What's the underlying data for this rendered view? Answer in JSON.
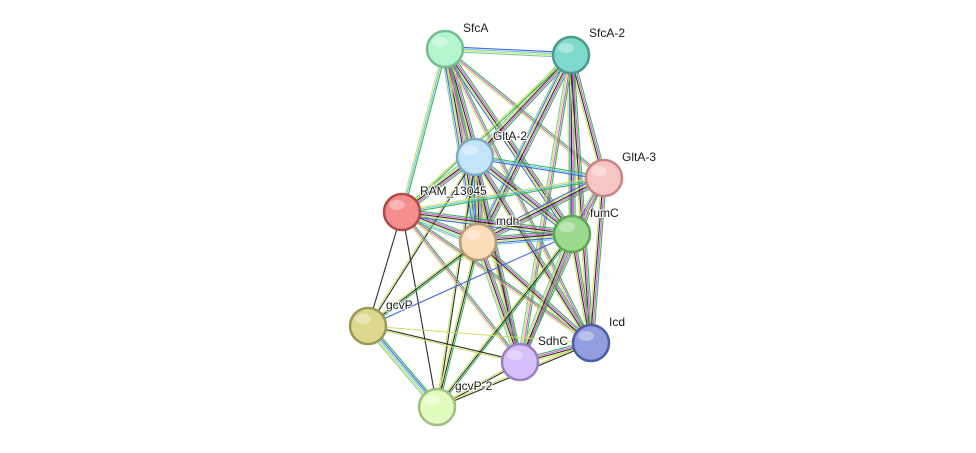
{
  "diagram": {
    "type": "protein-interaction-network",
    "nodes": [
      {
        "id": "SfcA",
        "label": "SfcA",
        "fill": "#b3f5cf",
        "stroke": "#74bd8e"
      },
      {
        "id": "SfcA-2",
        "label": "SfcA-2",
        "fill": "#7fd9cc",
        "stroke": "#4a9a8e"
      },
      {
        "id": "GltA-2",
        "label": "GltA-2",
        "fill": "#c3e5fa",
        "stroke": "#7fa8c2"
      },
      {
        "id": "GltA-3",
        "label": "GltA-3",
        "fill": "#f8c5c5",
        "stroke": "#c48686"
      },
      {
        "id": "RAM_13045",
        "label": "RAM_13045",
        "fill": "#f58e8e",
        "stroke": "#b04a4a"
      },
      {
        "id": "mdh",
        "label": "mdh",
        "fill": "#fddcb8",
        "stroke": "#b99a78"
      },
      {
        "id": "fumC",
        "label": "fumC",
        "fill": "#9ad98e",
        "stroke": "#5da752"
      },
      {
        "id": "gcvP",
        "label": "gcvP",
        "fill": "#dcd98e",
        "stroke": "#9b9857"
      },
      {
        "id": "Icd",
        "label": "Icd",
        "fill": "#929ee0",
        "stroke": "#4e5ba5"
      },
      {
        "id": "SdhC",
        "label": "SdhC",
        "fill": "#d6bffa",
        "stroke": "#9a80c2"
      },
      {
        "id": "gcvP-2",
        "label": "gcvP-2",
        "fill": "#e2fbbf",
        "stroke": "#9fbd80"
      }
    ],
    "evidence_colors": [
      "#2fb34f",
      "#3d64d8",
      "#d64fd6",
      "#222222",
      "#c7e35a",
      "#62c3e8",
      "#7fc7a0"
    ],
    "edges": [
      {
        "source": "SfcA",
        "target": "SfcA-2",
        "evidence": [
          1,
          5,
          4,
          6
        ]
      },
      {
        "source": "SfcA",
        "target": "GltA-2",
        "evidence": [
          0,
          2,
          3,
          4,
          5,
          1,
          6
        ]
      },
      {
        "source": "SfcA",
        "target": "GltA-3",
        "evidence": [
          0,
          2,
          4
        ]
      },
      {
        "source": "SfcA",
        "target": "RAM_13045",
        "evidence": [
          0,
          5,
          4
        ]
      },
      {
        "source": "SfcA",
        "target": "mdh",
        "evidence": [
          0,
          2,
          3,
          4,
          1,
          6
        ]
      },
      {
        "source": "SfcA",
        "target": "fumC",
        "evidence": [
          0,
          2,
          3,
          4,
          1
        ]
      },
      {
        "source": "SfcA",
        "target": "SdhC",
        "evidence": [
          0,
          2,
          4
        ]
      },
      {
        "source": "SfcA",
        "target": "Icd",
        "evidence": [
          0,
          2,
          4
        ]
      },
      {
        "source": "SfcA-2",
        "target": "GltA-2",
        "evidence": [
          0,
          2,
          3,
          4,
          6
        ]
      },
      {
        "source": "SfcA-2",
        "target": "GltA-3",
        "evidence": [
          0,
          2,
          3,
          4
        ]
      },
      {
        "source": "SfcA-2",
        "target": "RAM_13045",
        "evidence": [
          0,
          4
        ]
      },
      {
        "source": "SfcA-2",
        "target": "mdh",
        "evidence": [
          0,
          2,
          3,
          4,
          1,
          6
        ]
      },
      {
        "source": "SfcA-2",
        "target": "fumC",
        "evidence": [
          0,
          2,
          3,
          1,
          4
        ]
      },
      {
        "source": "SfcA-2",
        "target": "SdhC",
        "evidence": [
          0,
          2,
          4,
          6
        ]
      },
      {
        "source": "SfcA-2",
        "target": "Icd",
        "evidence": [
          0,
          2,
          3,
          4
        ]
      },
      {
        "source": "GltA-2",
        "target": "GltA-3",
        "evidence": [
          0,
          5,
          1
        ]
      },
      {
        "source": "GltA-2",
        "target": "RAM_13045",
        "evidence": [
          0,
          2,
          3,
          4,
          6
        ]
      },
      {
        "source": "GltA-2",
        "target": "mdh",
        "evidence": [
          0,
          2,
          3,
          4,
          1,
          5,
          6
        ]
      },
      {
        "source": "GltA-2",
        "target": "fumC",
        "evidence": [
          0,
          2,
          3,
          4,
          1
        ]
      },
      {
        "source": "GltA-2",
        "target": "gcvP",
        "evidence": [
          3,
          4
        ]
      },
      {
        "source": "GltA-2",
        "target": "SdhC",
        "evidence": [
          0,
          2,
          3,
          4
        ]
      },
      {
        "source": "GltA-2",
        "target": "Icd",
        "evidence": [
          0,
          2,
          3,
          4
        ]
      },
      {
        "source": "GltA-2",
        "target": "gcvP-2",
        "evidence": [
          3,
          4
        ]
      },
      {
        "source": "GltA-3",
        "target": "RAM_13045",
        "evidence": [
          0,
          5,
          4
        ]
      },
      {
        "source": "GltA-3",
        "target": "mdh",
        "evidence": [
          0,
          2,
          3,
          4,
          1
        ]
      },
      {
        "source": "GltA-3",
        "target": "fumC",
        "evidence": [
          0,
          2,
          1,
          4
        ]
      },
      {
        "source": "GltA-3",
        "target": "SdhC",
        "evidence": [
          0,
          2,
          4
        ]
      },
      {
        "source": "GltA-3",
        "target": "Icd",
        "evidence": [
          0,
          2,
          3,
          4
        ]
      },
      {
        "source": "RAM_13045",
        "target": "mdh",
        "evidence": [
          0,
          2,
          3,
          4,
          5,
          6
        ]
      },
      {
        "source": "RAM_13045",
        "target": "fumC",
        "evidence": [
          0,
          2,
          3,
          4,
          1
        ]
      },
      {
        "source": "RAM_13045",
        "target": "gcvP",
        "evidence": [
          3
        ]
      },
      {
        "source": "RAM_13045",
        "target": "SdhC",
        "evidence": [
          0,
          2,
          4
        ]
      },
      {
        "source": "RAM_13045",
        "target": "Icd",
        "evidence": [
          0,
          2,
          4
        ]
      },
      {
        "source": "RAM_13045",
        "target": "gcvP-2",
        "evidence": [
          3
        ]
      },
      {
        "source": "mdh",
        "target": "fumC",
        "evidence": [
          0,
          2,
          3,
          4,
          1,
          5
        ]
      },
      {
        "source": "mdh",
        "target": "gcvP",
        "evidence": [
          0,
          3,
          4
        ]
      },
      {
        "source": "mdh",
        "target": "SdhC",
        "evidence": [
          0,
          2,
          3,
          4,
          6
        ]
      },
      {
        "source": "mdh",
        "target": "Icd",
        "evidence": [
          0,
          2,
          3,
          4
        ]
      },
      {
        "source": "mdh",
        "target": "gcvP-2",
        "evidence": [
          0,
          3,
          4
        ]
      },
      {
        "source": "fumC",
        "target": "gcvP",
        "evidence": [
          1
        ]
      },
      {
        "source": "fumC",
        "target": "SdhC",
        "evidence": [
          0,
          2,
          3,
          4,
          6
        ]
      },
      {
        "source": "fumC",
        "target": "Icd",
        "evidence": [
          0,
          2,
          3,
          4
        ]
      },
      {
        "source": "fumC",
        "target": "gcvP-2",
        "evidence": [
          0,
          3,
          4
        ]
      },
      {
        "source": "gcvP",
        "target": "gcvP-2",
        "evidence": [
          0,
          1,
          5,
          4,
          6
        ]
      },
      {
        "source": "gcvP",
        "target": "SdhC",
        "evidence": [
          3,
          4
        ]
      },
      {
        "source": "gcvP",
        "target": "Icd",
        "evidence": [
          4
        ]
      },
      {
        "source": "SdhC",
        "target": "Icd",
        "evidence": [
          0,
          2,
          3,
          4
        ]
      },
      {
        "source": "SdhC",
        "target": "gcvP-2",
        "evidence": [
          3,
          4
        ]
      },
      {
        "source": "Icd",
        "target": "gcvP-2",
        "evidence": [
          3,
          4
        ]
      }
    ]
  }
}
